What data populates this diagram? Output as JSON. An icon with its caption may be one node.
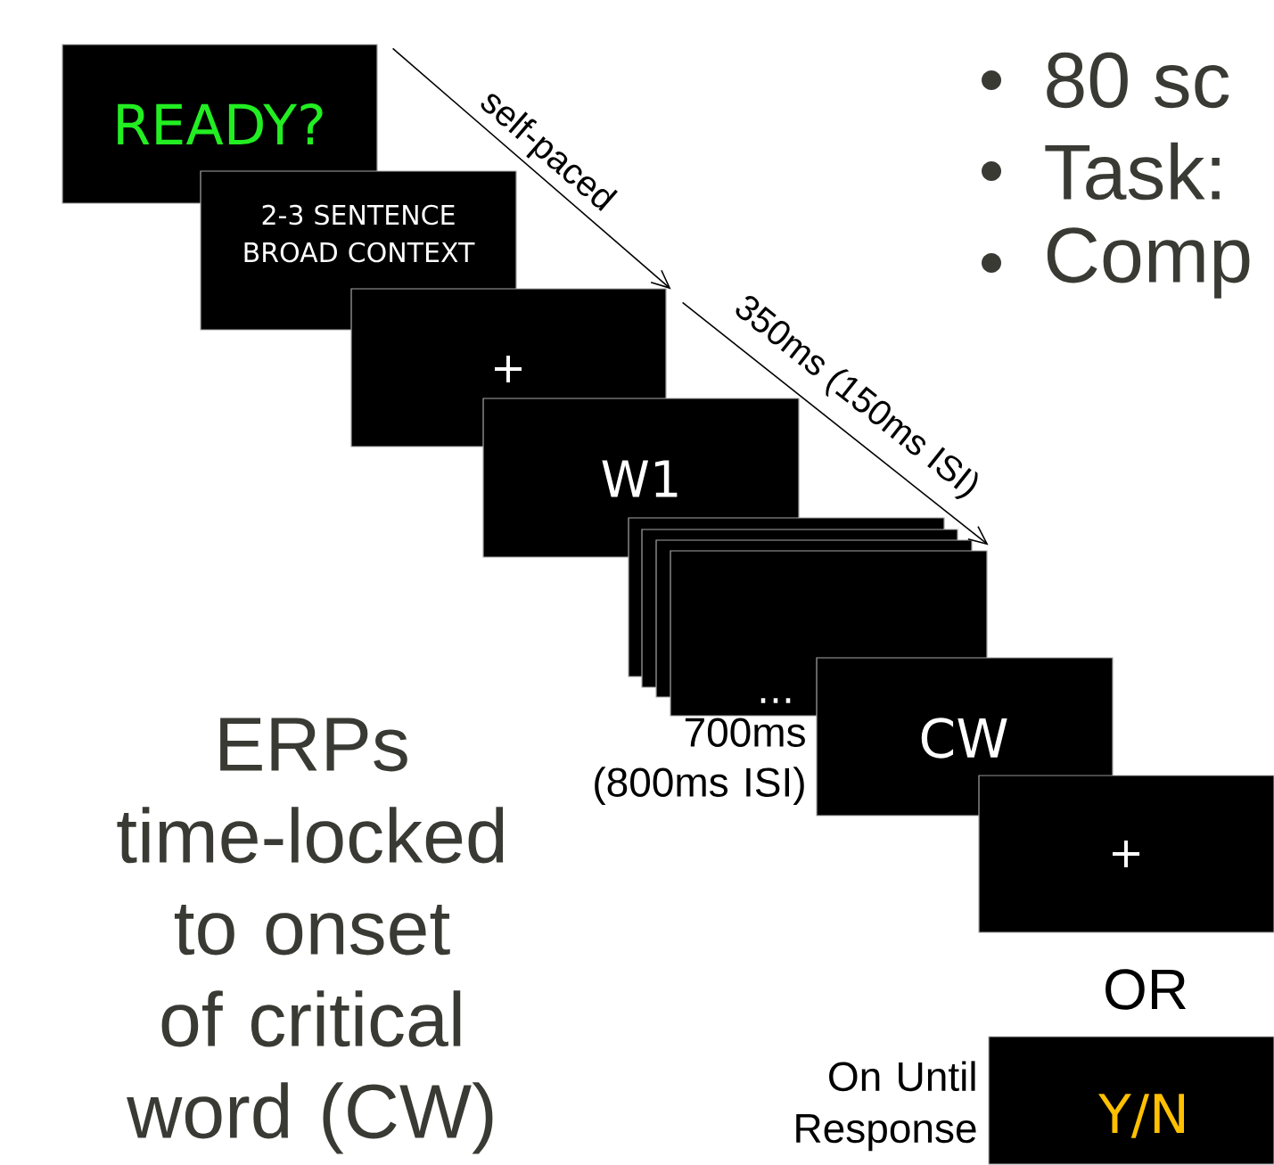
{
  "diagram": {
    "nodes": [
      {
        "text": [
          "READY?"
        ]
      },
      {
        "text": [
          "2-3 SENTENCE BROAD CONTEXT"
        ]
      },
      {
        "text": [
          "+"
        ]
      },
      {
        "text": [
          "W1"
        ]
      },
      {
        "text": [],
        "shape": "box"
      },
      {
        "text": [],
        "shape": "box"
      },
      {
        "text": [],
        "shape": "box"
      },
      {
        "text": [
          "..."
        ],
        "beside": [
          "700ms (800ms ISI)"
        ]
      },
      {
        "text": [
          "CW"
        ]
      },
      {
        "text": [
          "+"
        ]
      },
      {
        "text": [
          "Y/N"
        ],
        "beside": [
          "On Until Response"
        ]
      }
    ],
    "edges": [
      {
        "from": 0,
        "to": 2,
        "arrow": "to",
        "label": "self-paced"
      },
      {
        "from": 2,
        "to": 7,
        "arrow": "to",
        "label": "350ms (150ms ISI)"
      }
    ],
    "labels": [
      "80 sc",
      "Task:",
      "Comp",
      "ERPs time-locked to onset of critical word (CW)",
      "OR"
    ]
  }
}
